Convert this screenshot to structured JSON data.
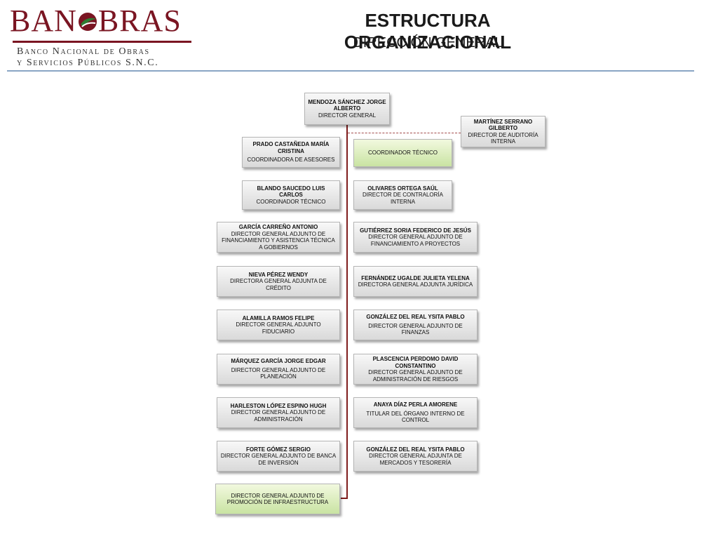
{
  "brand": {
    "name_left": "BAN",
    "name_right": "BRAS",
    "subtitle_line1": "Banco Nacional de Obras",
    "subtitle_line2": "y Servicios Públicos S.N.C.",
    "color": "#7a1522",
    "accent_green": "#2e7d32"
  },
  "header": {
    "title": "ESTRUCTURA ORGANIZACIONAL",
    "subtitle": "DIRECCIÓN GENERAL"
  },
  "colors": {
    "connector": "#7f1d1d",
    "box_default": "#e4e4e4",
    "box_highlight": "#d6ebb5",
    "rule": "#8aa5c4"
  },
  "org": {
    "top": {
      "name": "MENDOZA SÁNCHEZ JORGE ALBERTO",
      "role": "DIRECTOR GENERAL"
    },
    "audit": {
      "name": "MARTÍNEZ SERRANO GILBERTO",
      "role": "DIRECTOR DE AUDITORÍA INTERNA"
    },
    "left": [
      {
        "name": "PRADO CASTAÑEDA MARÍA CRISTINA",
        "role": "COORDINADORA DE ASESORES"
      },
      {
        "name": "BLANDO SAUCEDO LUIS CARLOS",
        "role": "COORDINADOR TÉCNICO"
      },
      {
        "name": "GARCÍA CARREÑO ANTONIO",
        "role": "DIRECTOR GENERAL ADJUNTO DE FINANCIAMIENTO Y ASISTENCIA TÉCNICA A GOBIERNOS"
      },
      {
        "name": "NIEVA PÉREZ WENDY",
        "role": "DIRECTORA GENERAL ADJUNTA DE CRÉDITO"
      },
      {
        "name": "ALAMILLA RAMOS FELIPE",
        "role": "DIRECTOR GENERAL ADJUNTO FIDUCIARIO"
      },
      {
        "name": "MÁRQUEZ GARCÍA JORGE EDGAR",
        "role": "DIRECTOR GENERAL ADJUNTO DE PLANEACIÓN"
      },
      {
        "name": "HARLESTON LÓPEZ ESPINO HUGH",
        "role": "DIRECTOR GENERAL ADJUNTO DE ADMINISTRACIÓN"
      },
      {
        "name": "FORTE GÓMEZ SERGIO",
        "role": "DIRECTOR GENERAL ADJUNTO DE BANCA DE INVERSIÓN"
      },
      {
        "name": "",
        "role": "DIRECTOR GENERAL ADJUNT0 DE PROMOCIÓN DE INFRAESTRUCTURA"
      }
    ],
    "right": [
      {
        "name": "",
        "role": "COORDINADOR TÉCNICO"
      },
      {
        "name": "OLIVARES ORTEGA SAÚL",
        "role": "DIRECTOR DE CONTRALORÍA INTERNA"
      },
      {
        "name": "GUTIÉRREZ SORIA FEDERICO DE JESÚS",
        "role": "DIRECTOR GENERAL ADJUNTO  DE FINANCIAMIENTO A PROYECTOS"
      },
      {
        "name": "FERNÁNDEZ UGALDE JULIETA YELENA",
        "role": "DIRECTORA GENERAL ADJUNTA JURÍDICA"
      },
      {
        "name": "GONZÁLEZ DEL REAL YSITA PABLO",
        "role": "DIRECTOR GENERAL ADJUNTO DE FINANZAS"
      },
      {
        "name": "PLASCENCIA PERDOMO DAVID CONSTANTINO",
        "role": "DIRECTOR GENERAL ADJUNTO DE ADMINISTRACIÓN DE RIESGOS"
      },
      {
        "name": "ANAYA DÍAZ PERLA AMORENE",
        "role": "TITULAR DEL ÓRGANO INTERNO DE CONTROL"
      },
      {
        "name": "GONZÁLEZ DEL REAL YSITA PABLO",
        "role": "DIRECTOR GENERAL ADJUNTA DE  MERCADOS Y TESORERÍA"
      }
    ]
  }
}
